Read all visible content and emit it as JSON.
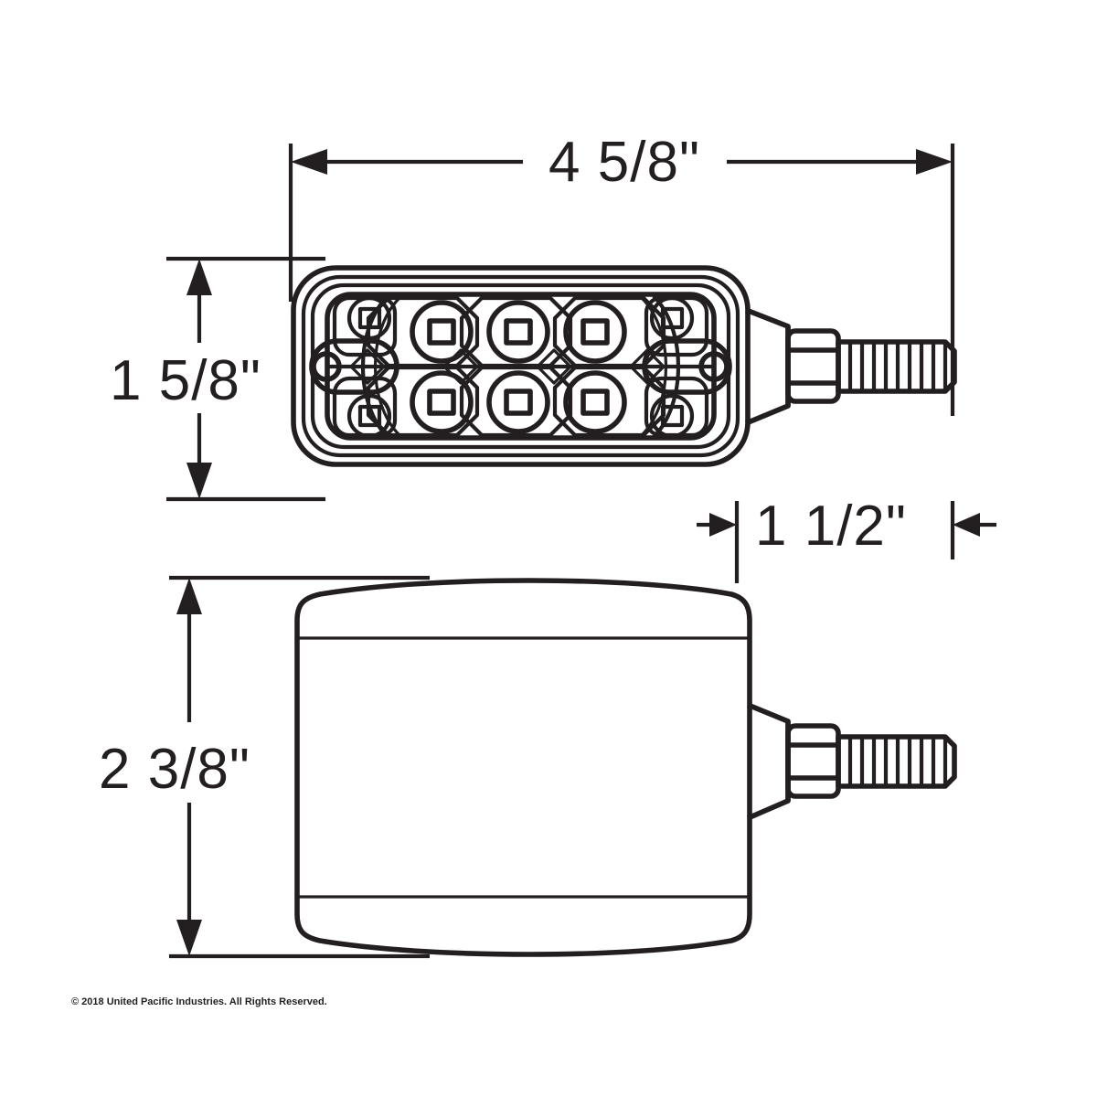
{
  "document": {
    "type": "dimensional-technical-drawing",
    "subject": "Rectangular 6 LED Light with Stud Mount",
    "background_color": "#ffffff",
    "line_color": "#231f20"
  },
  "dimensions": {
    "width": {
      "label": "4 5/8\"",
      "orientation": "horizontal",
      "position": "top",
      "applies_to": "overall-length-front-view"
    },
    "height": {
      "label": "1 5/8\"",
      "orientation": "vertical",
      "position": "left-upper",
      "applies_to": "overall-height-front-view"
    },
    "depth": {
      "label": "1 1/2\"",
      "orientation": "horizontal",
      "position": "middle-right",
      "applies_to": "stud-projection-length"
    },
    "side_height": {
      "label": "2 3/8\"",
      "orientation": "vertical",
      "position": "left-lower",
      "applies_to": "overall-height-side-view"
    }
  },
  "views": {
    "front": {
      "name": "front-view",
      "led_count": 6,
      "led_rows": 2,
      "led_columns": 3,
      "corner_accent_count": 4,
      "mount_boss_count": 2
    },
    "side": {
      "name": "side-view",
      "description": "end profile of lamp housing with stud"
    }
  },
  "hardware": {
    "stud": {
      "name": "threaded-stud",
      "thread_count": 9
    },
    "nut": {
      "name": "hex-nut"
    },
    "bracket": {
      "name": "mounting-bracket"
    }
  },
  "footer": {
    "copyright": "© 2018 United Pacific Industries. All Rights Reserved."
  },
  "colors": {
    "ink": "#231f20",
    "paper": "#ffffff"
  }
}
